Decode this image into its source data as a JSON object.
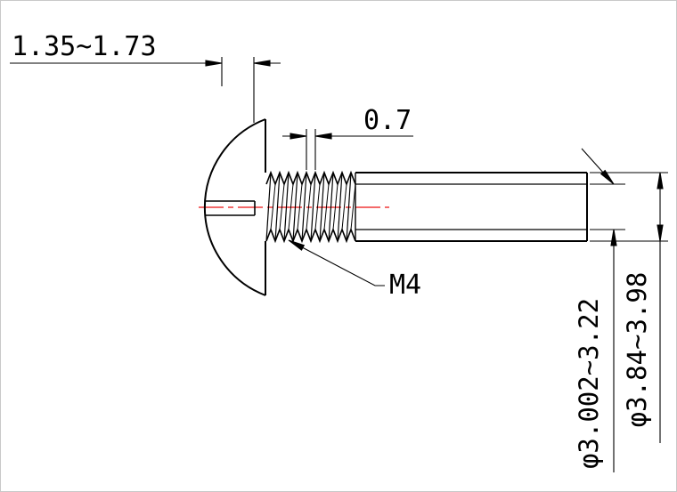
{
  "drawing": {
    "labels": {
      "head_dim": "1.35~1.73",
      "pitch_dim": "0.7",
      "thread_spec": "M4",
      "minor_diameter_dim": "φ3.002~3.22",
      "major_diameter_dim": "φ3.84~3.98"
    },
    "colors": {
      "outline": "#000000",
      "centerline": "#ee1111",
      "background": "#ffffff"
    }
  }
}
